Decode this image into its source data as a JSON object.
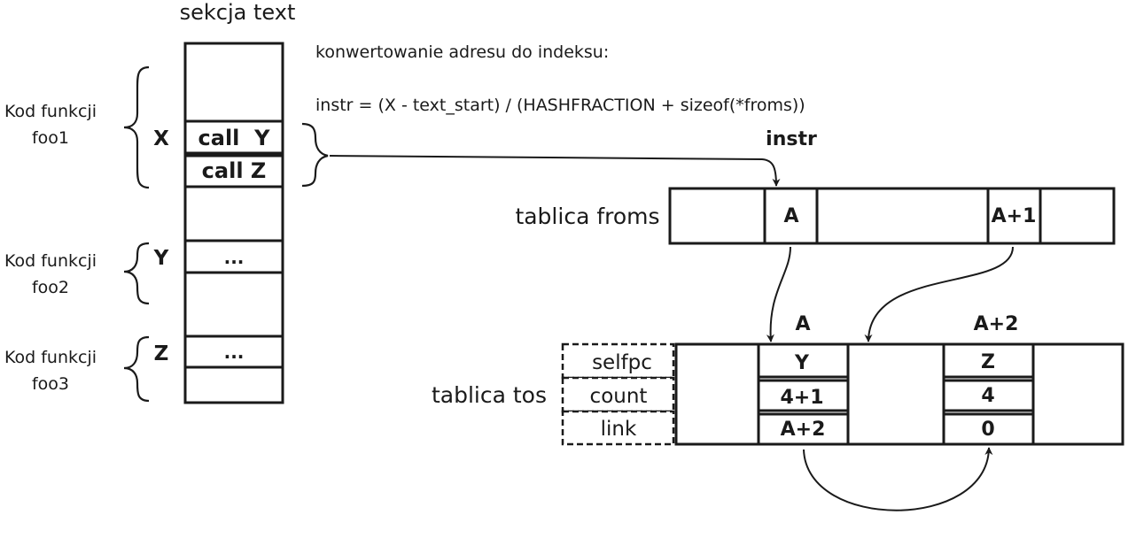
{
  "text_section": {
    "title": "sekcja text",
    "call_y": "call  Y",
    "call_z": "call Z",
    "ellipsis_y": "...",
    "ellipsis_z": "..."
  },
  "functions": [
    {
      "label_line1": "Kod funkcji",
      "label_line2": "foo1",
      "marker": "X"
    },
    {
      "label_line1": "Kod funkcji",
      "label_line2": "foo2",
      "marker": "Y"
    },
    {
      "label_line1": "Kod funkcji",
      "label_line2": "foo3",
      "marker": "Z"
    }
  ],
  "conversion": {
    "heading": "konwertowanie adresu do indeksu:",
    "formula": "instr = (X - text_start) / (HASHFRACTION + sizeof(*froms))"
  },
  "instr_label": "instr",
  "froms": {
    "title": "tablica froms",
    "cell_a": "A",
    "cell_a1": "A+1"
  },
  "tos": {
    "title": "tablica tos",
    "fields": [
      "selfpc",
      "count",
      "link"
    ],
    "col_a_header": "A",
    "col_a2_header": "A+2",
    "col_a_values": [
      "Y",
      "4+1",
      "A+2"
    ],
    "col_a2_values": [
      "Z",
      "4",
      "0"
    ]
  }
}
